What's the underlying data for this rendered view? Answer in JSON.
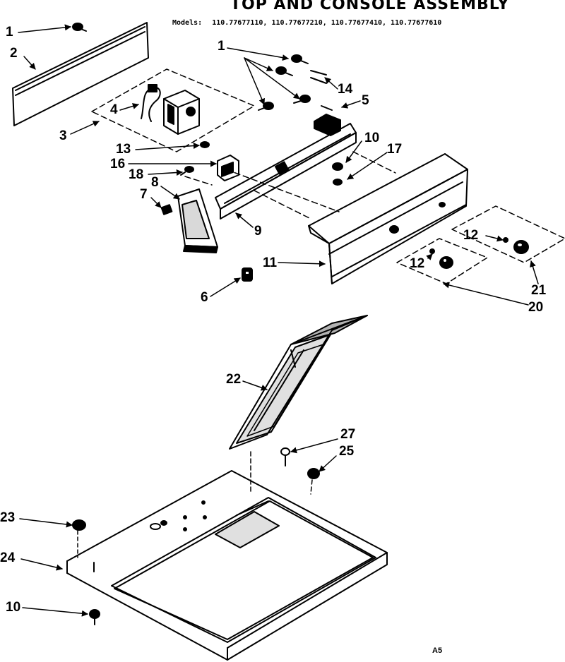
{
  "header": {
    "title": "TOP AND CONSOLE ASSEMBLY",
    "models_label": "Models:",
    "models": "110.77677110, 110.77677210, 110.77677410, 110.77677610"
  },
  "callouts": {
    "c1a": "1",
    "c1b": "1",
    "c2": "2",
    "c3": "3",
    "c4": "4",
    "c5": "5",
    "c6": "6",
    "c7": "7",
    "c8": "8",
    "c9": "9",
    "c10a": "10",
    "c10b": "10",
    "c11": "11",
    "c12a": "12",
    "c12b": "12",
    "c13": "13",
    "c14": "14",
    "c16": "16",
    "c17": "17",
    "c18": "18",
    "c20": "20",
    "c21": "21",
    "c22": "22",
    "c23": "23",
    "c24": "24",
    "c25": "25",
    "c27": "27"
  },
  "footer": {
    "page_code": "A5"
  }
}
